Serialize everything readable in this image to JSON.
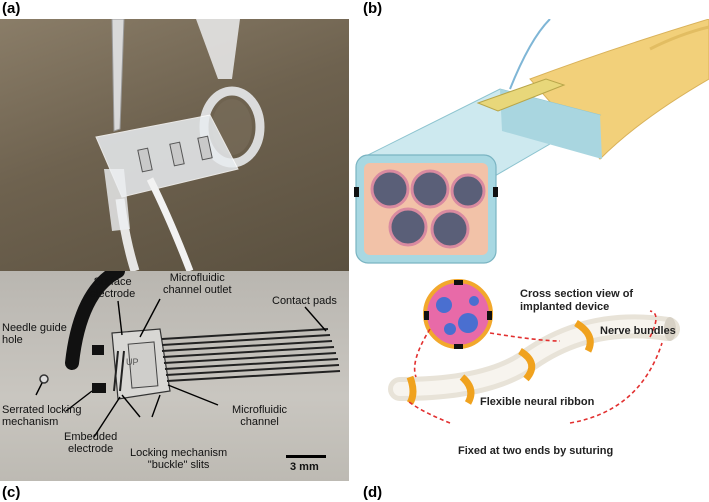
{
  "panel_labels": {
    "a": "(a)",
    "b": "(b)",
    "c": "(c)",
    "d": "(d)"
  },
  "panel_c": {
    "surface_electrode": [
      "Surface",
      "electrode"
    ],
    "microfluidic_outlet": [
      "Microfluidic",
      "channel outlet"
    ],
    "contact_pads": "Contact pads",
    "needle_guide": [
      "Needle guide",
      "hole"
    ],
    "serrated_locking": [
      "Serrated locking",
      "mechanism"
    ],
    "embedded_electrode": [
      "Embedded",
      "electrode"
    ],
    "locking_buckle": [
      "Locking mechanism",
      "\"buckle\" slits"
    ],
    "microfluidic_channel": [
      "Microfluidic",
      "channel"
    ],
    "device_mark": "UP",
    "scale_bar": "3 mm"
  },
  "panel_d": {
    "cross_section": [
      "Cross section view of",
      "implanted device"
    ],
    "nerve_bundles": "Nerve bundles",
    "ribbon": "Flexible neural ribbon",
    "fixed": "Fixed at two ends by suturing"
  },
  "colors": {
    "photo_a_bg": "#6e624f",
    "photo_c_bg": "#c4c1bb",
    "cuff_blue": "#bfe3ea",
    "nerve_yellow": "#f2d07a",
    "ribbon_orange": "#f0a21e",
    "fascicle_pink": "#f5b5a3",
    "arrow_red": "#e23030",
    "cross_section_fill": "#e86aa8"
  }
}
